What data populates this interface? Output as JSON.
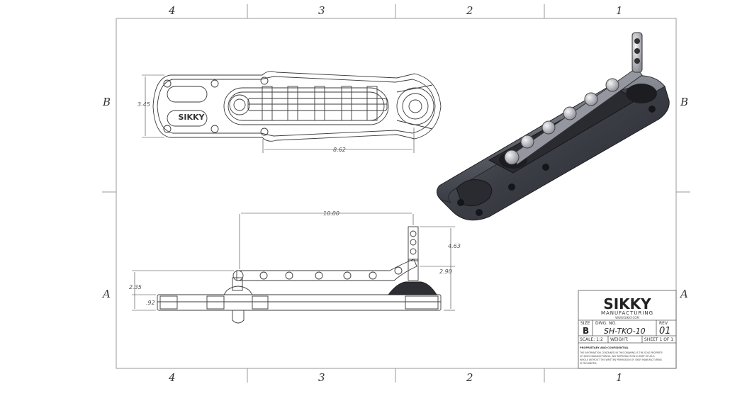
{
  "drawing": {
    "zones_top": [
      "4",
      "3",
      "2",
      "1"
    ],
    "zones_bottom": [
      "4",
      "3",
      "2",
      "1"
    ],
    "zones_left": [
      "B",
      "A"
    ],
    "zones_right": [
      "B",
      "A"
    ]
  },
  "dimensions": {
    "top_height": "3.45",
    "top_length": "8.62",
    "side_span": "10.00",
    "side_height": "4.63",
    "side_mid": "2.90",
    "side_left": "2.35",
    "side_base": ".92"
  },
  "logo": {
    "plate_mark": "SIKKY",
    "brand": "SIKKY",
    "subtitle": "MANUFACTURING",
    "web": "WWW.SIKKY.COM"
  },
  "title_block": {
    "size_label": "SIZE",
    "size_value": "B",
    "dwg_label": "DWG. NO.",
    "dwg_value": "SH-TKO-10",
    "rev_label": "REV",
    "rev_value": "01",
    "scale": "SCALE: 1:2",
    "weight": "WEIGHT:",
    "sheet": "SHEET 1 OF 1",
    "prop_title": "PROPRIETARY AND CONFIDENTIAL",
    "prop_text_1": "THE INFORMATION CONTAINED IN THIS DRAWING IS THE SOLE PROPERTY",
    "prop_text_2": "OF SIKKY MANUFACTURING. ANY REPRODUCTION IN PART OR AS A",
    "prop_text_3": "WHOLE WITHOUT THE WRITTEN PERMISSION OF SIKKY MANUFACTURING",
    "prop_text_4": "IS PROHIBITED."
  },
  "colors": {
    "line": "#3a3a3a",
    "frame": "#9a9a9a",
    "solid": "#4a4c55"
  }
}
